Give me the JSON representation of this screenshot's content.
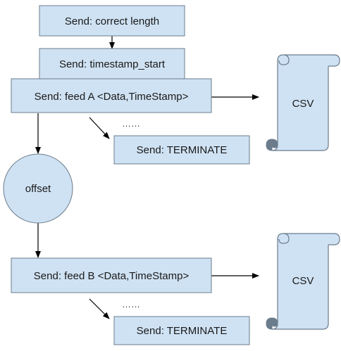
{
  "nodes": {
    "correct_length": "Send: correct length",
    "timestamp_start": "Send: timestamp_start",
    "feed_a": "Send: feed A <Data,TimeStamp>",
    "terminate_a": "Send: TERMINATE",
    "offset": "offset",
    "feed_b": "Send: feed B <Data,TimeStamp>",
    "terminate_b": "Send: TERMINATE",
    "csv_top": "CSV",
    "csv_bottom": "CSV"
  },
  "ellipsis": {
    "top": "……",
    "bottom": "……"
  },
  "colors": {
    "node_fill": "#cfe2f3",
    "node_stroke": "#6b7c8c",
    "edge": "#000000"
  }
}
